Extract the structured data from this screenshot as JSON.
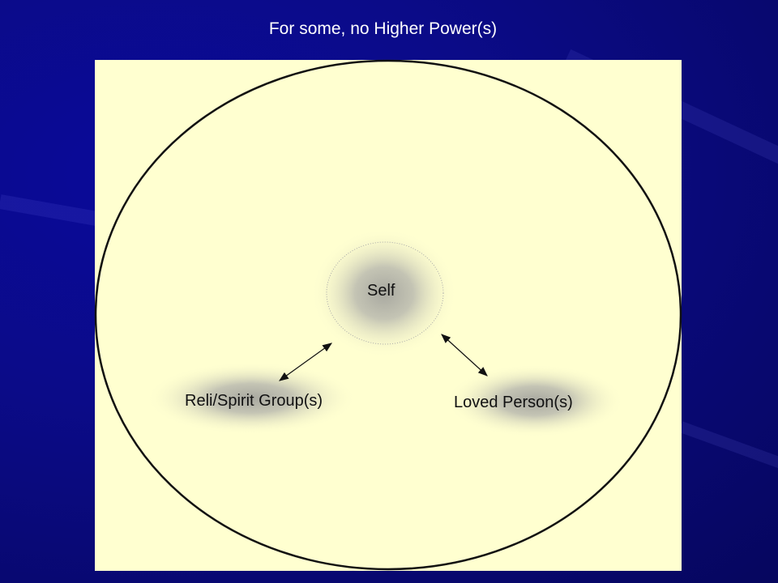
{
  "title": "For some, no Higher Power(s)",
  "nodes": {
    "self": "Self",
    "group": "Reli/Spirit Group(s)",
    "loved": "Loved Person(s)"
  },
  "colors": {
    "background": "#0b0b88",
    "panel": "#ffffd0",
    "text": "#111111"
  }
}
